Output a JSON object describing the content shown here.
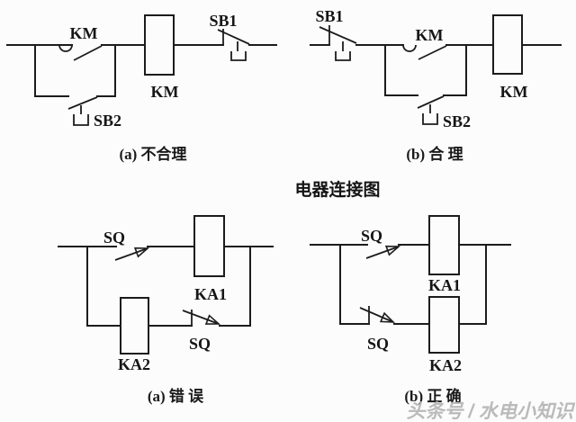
{
  "title": "电器连接图",
  "watermark": "头条号 / 水电小知识",
  "colors": {
    "background": "#fcfcfc",
    "line": "#1c1c1c",
    "watermark": "#b7b7b7"
  },
  "diagrams": {
    "top_left": {
      "caption": "(a) 不合理",
      "km_contact_label": "KM",
      "km_coil_label": "KM",
      "sb1_label": "SB1",
      "sb2_label": "SB2"
    },
    "top_right": {
      "caption": "(b) 合  理",
      "sb1_label": "SB1",
      "km_contact_label": "KM",
      "km_coil_label": "KM",
      "sb2_label": "SB2"
    },
    "bottom_left": {
      "caption": "(a) 错 误",
      "sq_no_label": "SQ",
      "sq_nc_label": "SQ",
      "ka1_label": "KA1",
      "ka2_label": "KA2"
    },
    "bottom_right": {
      "caption": "(b) 正 确",
      "sq_no_label": "SQ",
      "sq_nc_label": "SQ",
      "ka1_label": "KA1",
      "ka2_label": "KA2"
    }
  }
}
